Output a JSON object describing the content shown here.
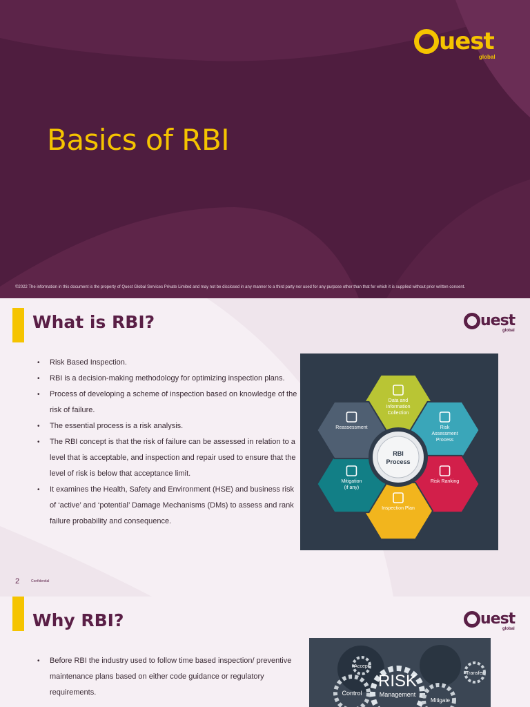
{
  "slide1": {
    "title": "Basics of RBI",
    "logo": {
      "word": "uest",
      "sub": "global"
    },
    "footer": "©2022 The information in this document is the property of Quest Global Services Private Limited and may not be disclosed in any manner to a third party nor used for any purpose other than that for which it is supplied without prior written consent."
  },
  "slide2": {
    "title": "What is RBI?",
    "logo": {
      "word": "uest",
      "sub": "global"
    },
    "bullets": [
      "Risk Based Inspection.",
      "RBI is a decision-making methodology for optimizing inspection plans.",
      "Process of developing a scheme of inspection based on knowledge of the risk of failure.",
      "The essential process is a risk analysis.",
      "The RBI concept is that the risk of failure can be assessed in relation to a level that is acceptable, and inspection and repair used to ensure that the level of risk is below that acceptance limit.",
      "It examines the Health, Safety and Environment (HSE) and business risk of ‘active’ and ‘potential’ Damage Mechanisms (DMs) to assess and rank failure probability and consequence."
    ],
    "diagram": {
      "center": [
        "RBI",
        "Process"
      ],
      "segments": [
        {
          "label": [
            "Data and",
            "Information",
            "Collection"
          ],
          "color": "#b9c534",
          "icon": "database-icon"
        },
        {
          "label": [
            "Risk",
            "Assessment",
            "Process"
          ],
          "color": "#3aa6b9",
          "icon": "recycle-icon"
        },
        {
          "label": [
            "Risk Ranking"
          ],
          "color": "#d21f4a",
          "icon": "warning-icon"
        },
        {
          "label": [
            "Inspection Plan"
          ],
          "color": "#f2b51d",
          "icon": "clipboard-icon"
        },
        {
          "label": [
            "Mitigation",
            "(if any)"
          ],
          "color": "#127f86",
          "icon": "shield-icon"
        },
        {
          "label": [
            "Reassessment"
          ],
          "color": "#4f5f72",
          "icon": "document-icon"
        }
      ]
    },
    "page_number": "2",
    "confidential": "Confidential"
  },
  "slide3": {
    "title": "Why RBI?",
    "logo": {
      "word": "uest",
      "sub": "global"
    },
    "bullets": [
      "Before RBI the industry used to follow time based inspection/ preventive maintenance plans based on either code guidance or regulatory requirements."
    ],
    "image_labels": {
      "risk": "RISK",
      "management": "Management",
      "accept": "Accept",
      "control": "Control",
      "mitigate": "Mitigate",
      "transfer": "Transfer"
    }
  },
  "colors": {
    "brand_purple": "#4f1d3f",
    "title_purple": "#5a1f46",
    "yellow": "#f5c400",
    "light_bg": "#f6eff4"
  }
}
